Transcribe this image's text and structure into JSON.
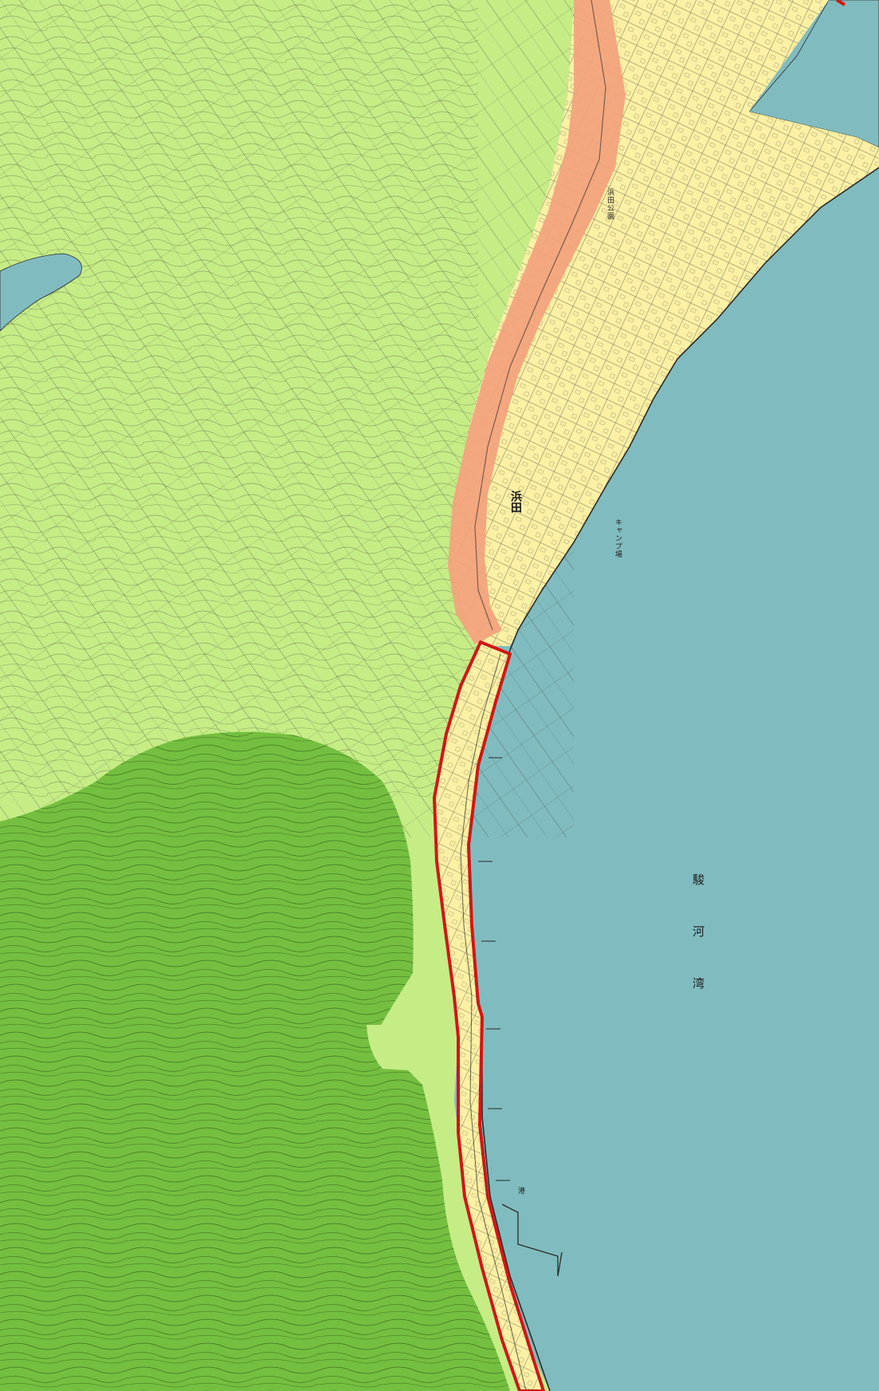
{
  "map": {
    "colors": {
      "sea": "#80bcbf",
      "upland": "#c6ec86",
      "forest": "#74bf3f",
      "lowland": "#fbf0a4",
      "corridor": "#f3a27c",
      "boundary": "#d41616",
      "linework": "#2a2a2a"
    },
    "labels": {
      "sea_name": "駿河湾",
      "town_name": "浜田",
      "park_name": "浜田公園",
      "camp_site": "キャンプ場",
      "harbor": "港"
    }
  }
}
